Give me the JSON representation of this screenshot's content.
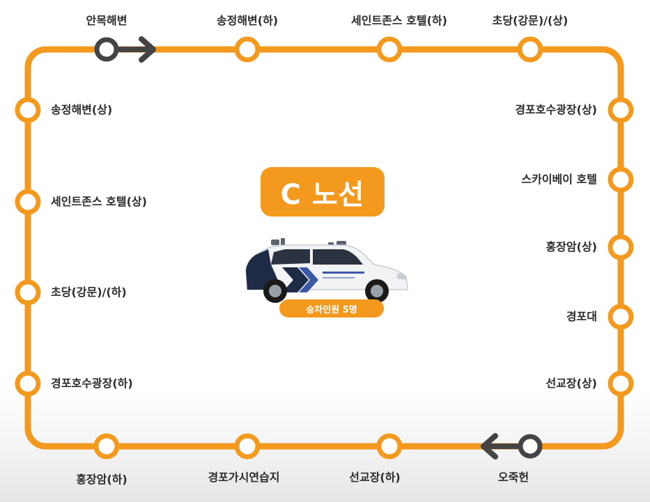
{
  "colors": {
    "line": "#f39a1e",
    "terminal": "#444444",
    "label": "#2b2b2b",
    "badge_text": "#ffffff"
  },
  "route": {
    "name": "C 노선",
    "capacity": "승차인원 5명"
  },
  "stops": {
    "top": [
      "안목해변",
      "송정해변(하)",
      "세인트존스 호텔(하)",
      "초당(강문)/(상)"
    ],
    "right": [
      "경포호수광장(상)",
      "스카이베이 호텔",
      "홍장암(상)",
      "경포대",
      "선교장(상)"
    ],
    "bottom": [
      "홍장암(하)",
      "경포가시연습지",
      "선교장(하)",
      "오죽헌"
    ],
    "left": [
      "송정해변(상)",
      "세인트존스 호텔(상)",
      "초당(강문)/(하)",
      "경포호수광장(하)"
    ]
  },
  "icons": {
    "start": "right-arrow-icon",
    "end": "left-arrow-icon",
    "vehicle": "autonomous-van-icon"
  }
}
